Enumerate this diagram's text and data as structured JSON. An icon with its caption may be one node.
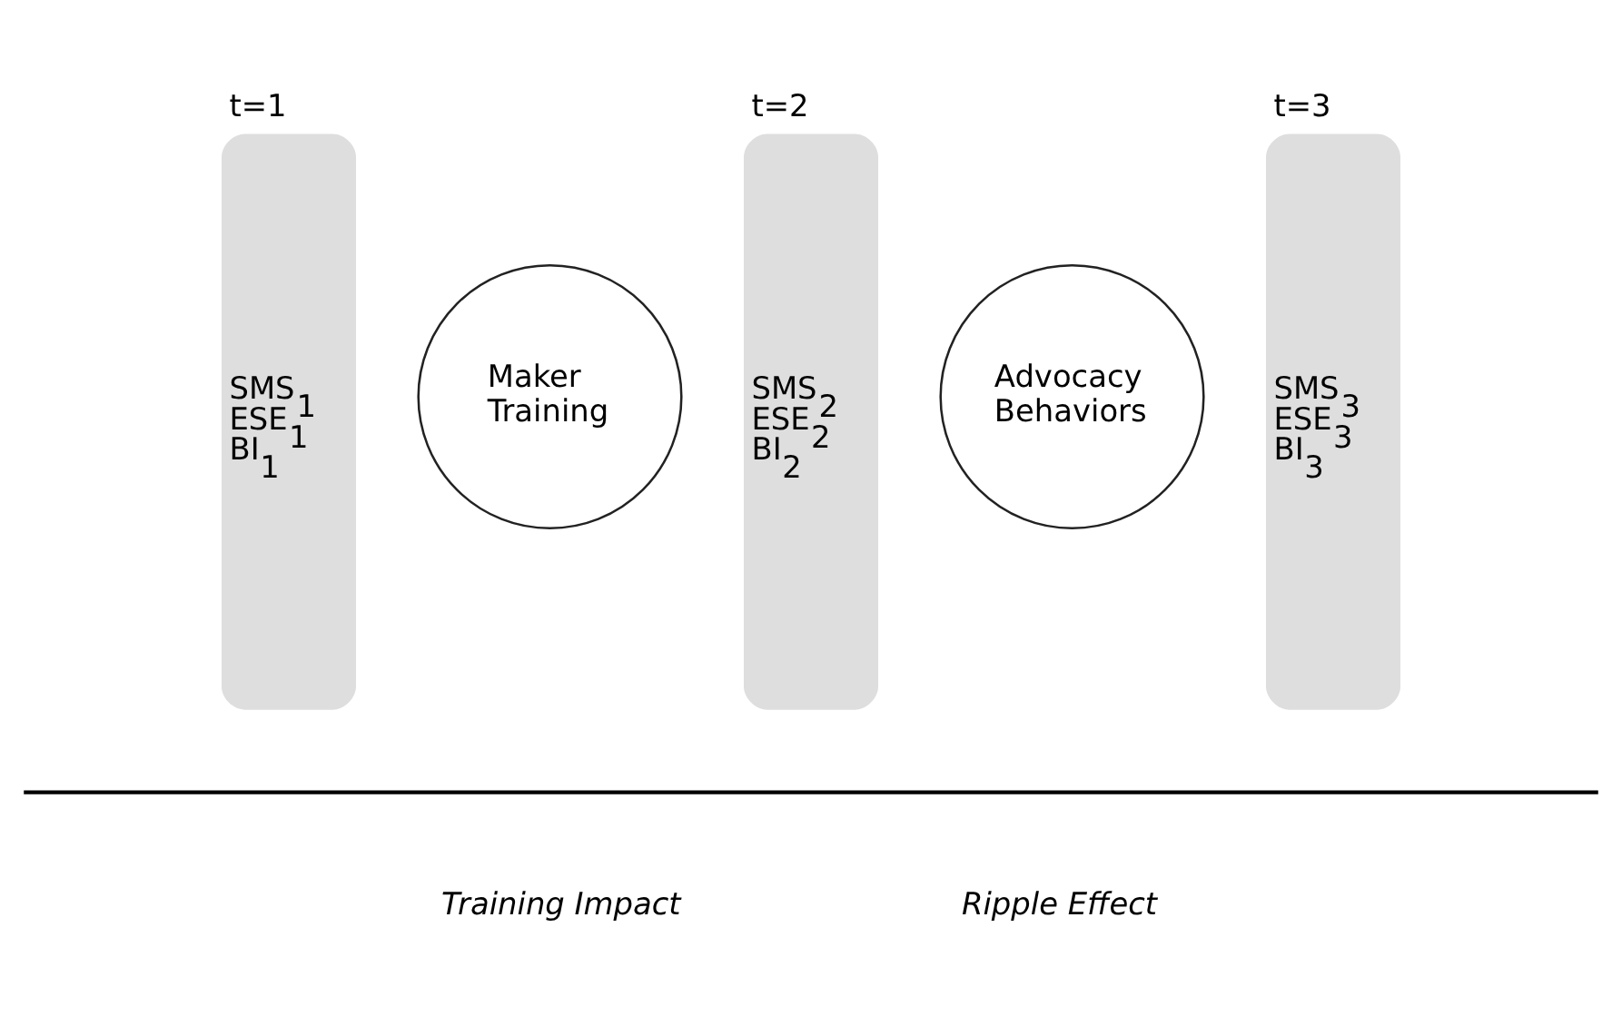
{
  "diagram": {
    "nodes": [
      {
        "text": [
          "t=1",
          "SMS$_{1}$ ESE$_{1}$ BI$_{1}$"
        ]
      },
      {
        "text": [
          "Maker Training"
        ]
      },
      {
        "text": [
          "t=2",
          "SMS$_{2}$ ESE$_{2}$ BI$_{2}$"
        ]
      },
      {
        "text": [
          "Advocacy Behaviors"
        ]
      },
      {
        "text": [
          "t=3",
          "SMS$_{3}$ ESE$_{3}$ BI$_{3}$"
        ]
      }
    ],
    "edges": [],
    "labels": [
      "Training Impact",
      "Ripple Effect"
    ]
  }
}
